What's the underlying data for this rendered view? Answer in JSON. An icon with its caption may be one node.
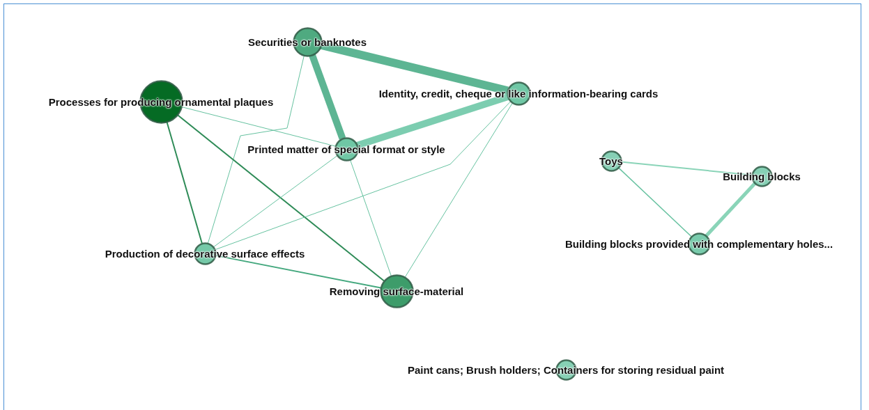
{
  "diagram": {
    "nodes": [
      {
        "text": [
          "Securities or banknotes"
        ]
      },
      {
        "text": [
          "Processes for producing ornamental plaques"
        ]
      },
      {
        "text": [
          "Identity, credit, cheque or like information-bearing cards"
        ]
      },
      {
        "text": [
          "Printed matter of special format or style"
        ]
      },
      {
        "text": [
          "Toys"
        ]
      },
      {
        "text": [
          "Building blocks"
        ]
      },
      {
        "text": [
          "Production of decorative surface effects"
        ]
      },
      {
        "text": [
          "Building blocks provided with complementary holes..."
        ]
      },
      {
        "text": [
          "Removing surface-material"
        ]
      },
      {
        "text": [
          "Paint cans; Brush holders; Containers for storing residual paint"
        ]
      }
    ],
    "edges": [
      {
        "from": 0,
        "to": 2,
        "arrow": "none",
        "style": "thick",
        "color": "#5db593"
      },
      {
        "from": 0,
        "to": 3,
        "arrow": "none",
        "style": "thick",
        "color": "#5db593"
      },
      {
        "from": 3,
        "to": 2,
        "arrow": "none",
        "style": "thick",
        "color": "#7ccdb0"
      },
      {
        "from": 0,
        "to": 6,
        "arrow": "none"
      },
      {
        "from": 1,
        "to": 3,
        "arrow": "none"
      },
      {
        "from": 1,
        "to": 6,
        "arrow": "none",
        "color": "#2e8b57"
      },
      {
        "from": 1,
        "to": 8,
        "arrow": "none",
        "color": "#2e8b57"
      },
      {
        "from": 3,
        "to": 6,
        "arrow": "none"
      },
      {
        "from": 2,
        "to": 6,
        "arrow": "none"
      },
      {
        "from": 3,
        "to": 8,
        "arrow": "none"
      },
      {
        "from": 2,
        "to": 8,
        "arrow": "none"
      },
      {
        "from": 6,
        "to": 8,
        "arrow": "none",
        "color": "#44a87e"
      },
      {
        "from": 4,
        "to": 5,
        "arrow": "none",
        "color": "#8ad4b8"
      },
      {
        "from": 4,
        "to": 7,
        "arrow": "none"
      },
      {
        "from": 5,
        "to": 7,
        "arrow": "none",
        "style": "thick",
        "color": "#8ad4b8"
      }
    ]
  }
}
